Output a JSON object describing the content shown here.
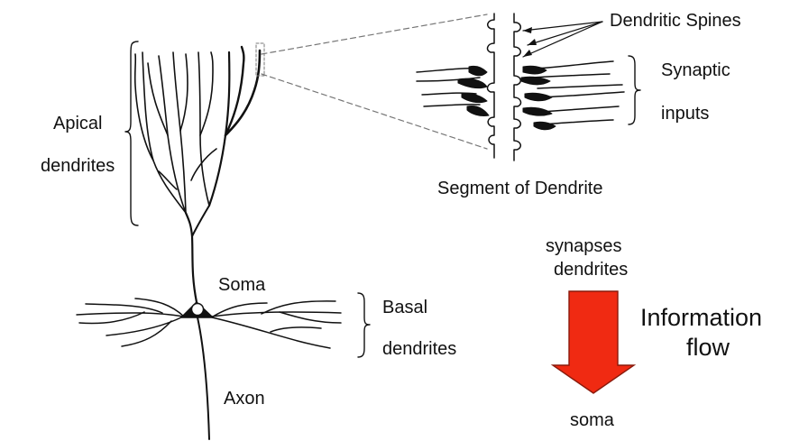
{
  "labels": {
    "apical_line1": "Apical",
    "apical_line2": "dendrites",
    "dendritic_spines": "Dendritic Spines",
    "synaptic_line1": "Synaptic",
    "synaptic_line2": "inputs",
    "segment_of_dendrite": "Segment of Dendrite",
    "soma": "Soma",
    "basal_line1": "Basal",
    "basal_line2": "dendrites",
    "axon": "Axon",
    "flow_synapses": "synapses",
    "flow_dendrites": "dendrites",
    "information_line1": "Information",
    "information_line2": "flow",
    "flow_soma": "soma"
  },
  "colors": {
    "ink": "#111111",
    "arrow_fill": "#f02a12",
    "arrow_stroke": "#8a1a0c"
  }
}
